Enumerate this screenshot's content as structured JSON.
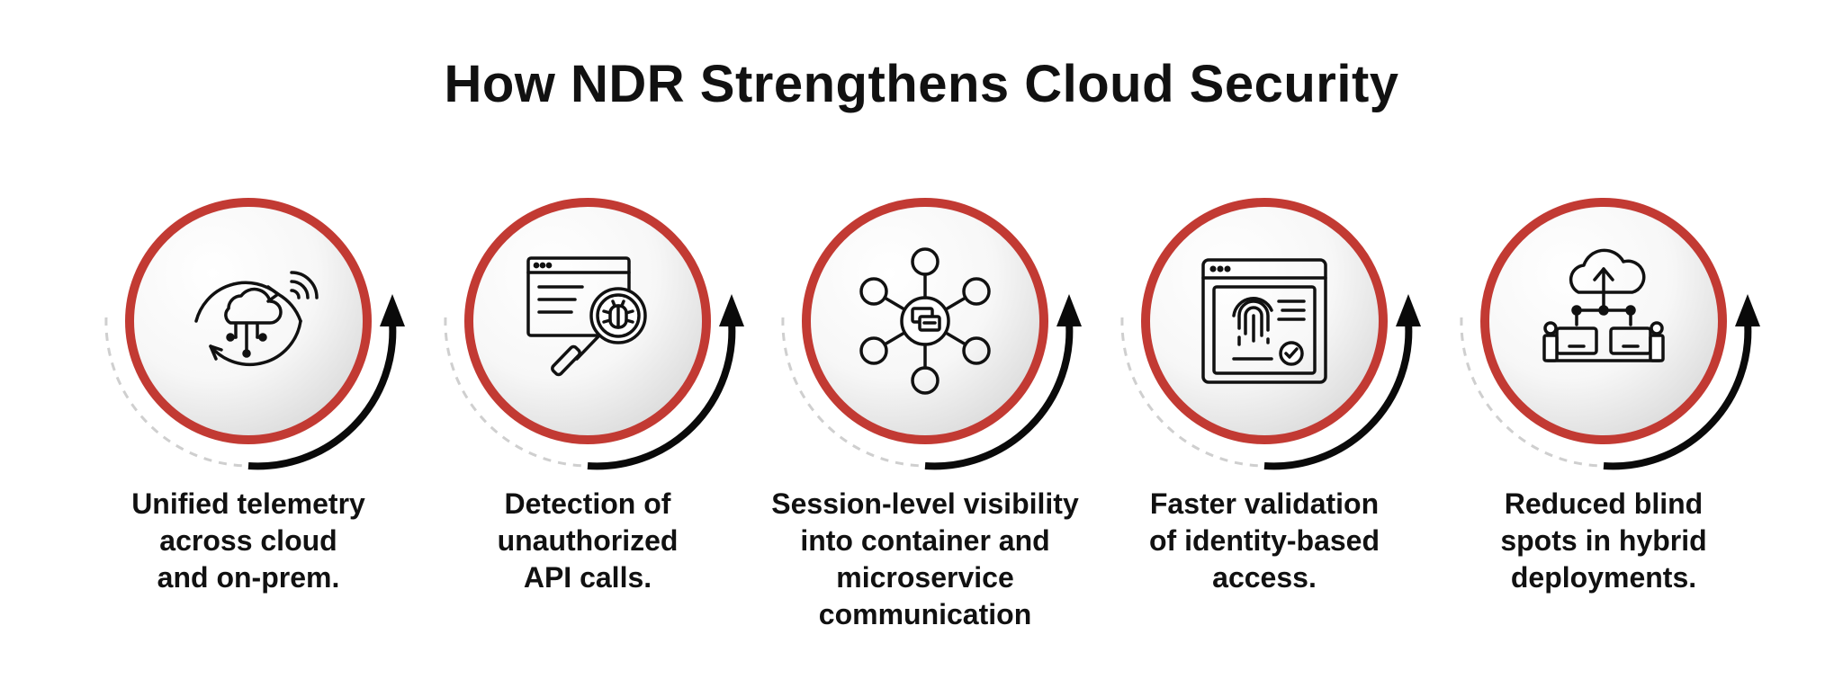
{
  "title": "How NDR Strengthens Cloud Security",
  "colors": {
    "ring": "#c23a33",
    "arrow": "#0a0a0a",
    "dashed": "#cfcfcf",
    "icon": "#111111",
    "disc_light": "#ffffff",
    "disc_shade": "#dcdcdc"
  },
  "steps": [
    {
      "icon": "cloud-sync-telemetry-icon",
      "label": "Unified telemetry\nacross cloud\nand on-prem."
    },
    {
      "icon": "browser-bug-magnifier-icon",
      "label": "Detection of\nunauthorized\nAPI calls."
    },
    {
      "icon": "network-nodes-chat-icon",
      "label": "Session-level visibility\ninto container and\nmicroservice\ncommunication"
    },
    {
      "icon": "fingerprint-identity-window-icon",
      "label": "Faster validation\nof identity-based\naccess."
    },
    {
      "icon": "cloud-upload-hybrid-network-icon",
      "label": "Reduced blind\nspots in hybrid\ndeployments."
    }
  ]
}
